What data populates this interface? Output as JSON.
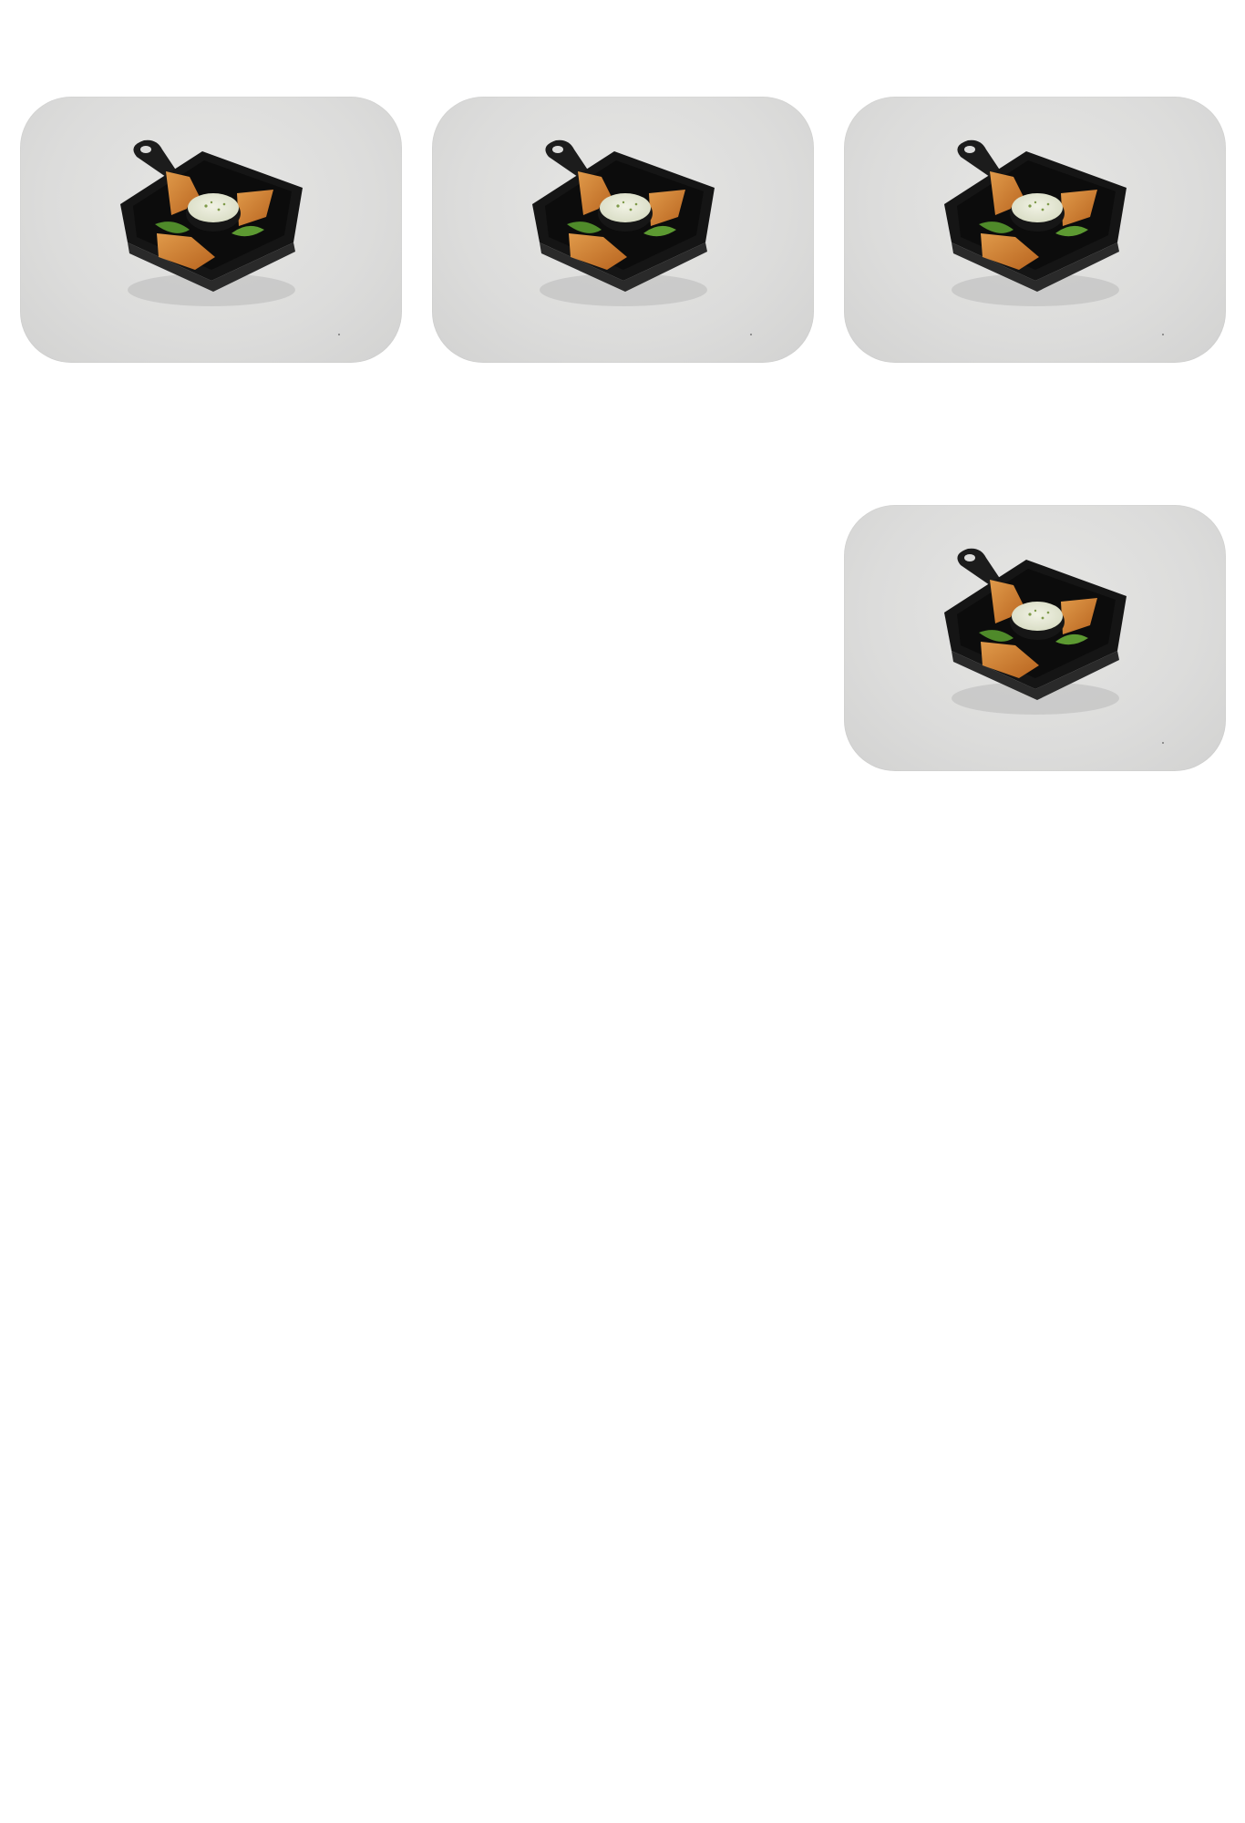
{
  "gallery": {
    "items": [
      {
        "icon": "fried-appetizer-skillet-photo"
      },
      {
        "icon": "fried-appetizer-skillet-photo"
      },
      {
        "icon": "fried-appetizer-skillet-photo"
      },
      {
        "icon": "fried-appetizer-skillet-photo"
      }
    ]
  },
  "colors": {
    "page_background": "#ffffff",
    "card_background": "#dcdcdb",
    "skillet": "#1c1c1c",
    "fried_food": "#c8782c",
    "sauce": "#e8ead8",
    "garnish": "#4f8a2a"
  }
}
